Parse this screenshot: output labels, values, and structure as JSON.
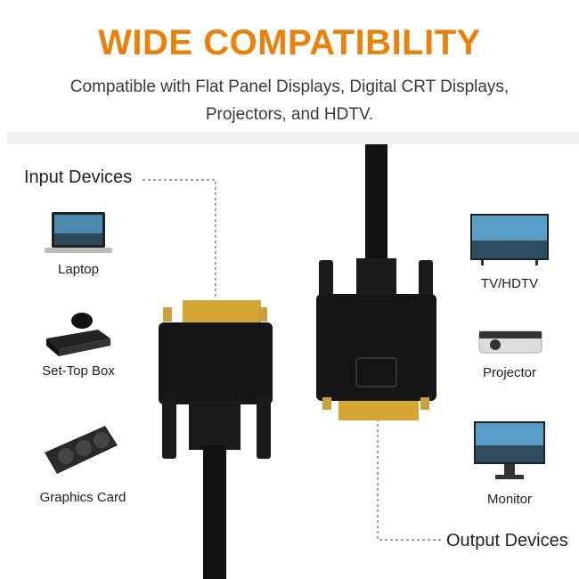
{
  "title": "WIDE COMPATIBILITY",
  "subtitle_line1": "Compatible with Flat Panel Displays, Digital CRT Displays,",
  "subtitle_line2": "Projectors, and HDTV.",
  "input": {
    "heading": "Input Devices",
    "devices": [
      "Laptop",
      "Set-Top Box",
      "Graphics Card"
    ]
  },
  "output": {
    "heading": "Output Devices",
    "devices": [
      "TV/HDTV",
      "Projector",
      "Monitor"
    ]
  },
  "colors": {
    "accent": "#E8820E",
    "gold": "#D4A634"
  }
}
